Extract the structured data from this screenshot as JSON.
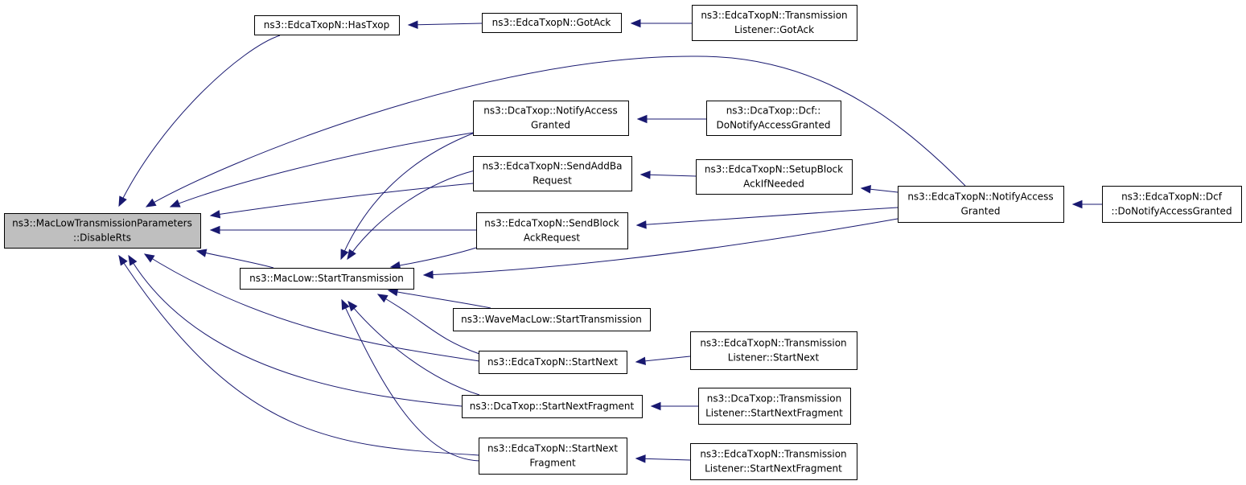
{
  "nodes": [
    {
      "id": "root",
      "lines": [
        "ns3::MacLowTransmissionParameters",
        "::DisableRts"
      ],
      "root": true
    },
    {
      "id": "hastxop",
      "lines": [
        "ns3::EdcaTxopN::HasTxop"
      ]
    },
    {
      "id": "gotack",
      "lines": [
        "ns3::EdcaTxopN::GotAck"
      ]
    },
    {
      "id": "tl_gotack",
      "lines": [
        "ns3::EdcaTxopN::Transmission",
        "Listener::GotAck"
      ]
    },
    {
      "id": "dca_notify",
      "lines": [
        "ns3::DcaTxop::NotifyAccess",
        "Granted"
      ]
    },
    {
      "id": "dca_dcf",
      "lines": [
        "ns3::DcaTxop::Dcf::",
        "DoNotifyAccessGranted"
      ]
    },
    {
      "id": "sendaddba",
      "lines": [
        "ns3::EdcaTxopN::SendAddBa",
        "Request"
      ]
    },
    {
      "id": "setupblock",
      "lines": [
        "ns3::EdcaTxopN::SetupBlock",
        "AckIfNeeded"
      ]
    },
    {
      "id": "edca_notify",
      "lines": [
        "ns3::EdcaTxopN::NotifyAccess",
        "Granted"
      ]
    },
    {
      "id": "edca_dcf",
      "lines": [
        "ns3::EdcaTxopN::Dcf",
        "::DoNotifyAccessGranted"
      ]
    },
    {
      "id": "sendblockack",
      "lines": [
        "ns3::EdcaTxopN::SendBlock",
        "AckRequest"
      ]
    },
    {
      "id": "starttx",
      "lines": [
        "ns3::MacLow::StartTransmission"
      ]
    },
    {
      "id": "wave_starttx",
      "lines": [
        "ns3::WaveMacLow::StartTransmission"
      ]
    },
    {
      "id": "startnext",
      "lines": [
        "ns3::EdcaTxopN::StartNext"
      ]
    },
    {
      "id": "tl_startnext",
      "lines": [
        "ns3::EdcaTxopN::Transmission",
        "Listener::StartNext"
      ]
    },
    {
      "id": "dca_snf",
      "lines": [
        "ns3::DcaTxop::StartNextFragment"
      ]
    },
    {
      "id": "dca_tl_snf",
      "lines": [
        "ns3::DcaTxop::Transmission",
        "Listener::StartNextFragment"
      ]
    },
    {
      "id": "edca_snf",
      "lines": [
        "ns3::EdcaTxopN::StartNext",
        "Fragment"
      ]
    },
    {
      "id": "edca_tl_snf",
      "lines": [
        "ns3::EdcaTxopN::Transmission",
        "Listener::StartNextFragment"
      ]
    }
  ],
  "edges": [
    {
      "from": "hastxop",
      "to": "root"
    },
    {
      "from": "gotack",
      "to": "hastxop"
    },
    {
      "from": "tl_gotack",
      "to": "gotack"
    },
    {
      "from": "edca_notify",
      "to": "root"
    },
    {
      "from": "dca_notify",
      "to": "root"
    },
    {
      "from": "dca_dcf",
      "to": "dca_notify"
    },
    {
      "from": "sendaddba",
      "to": "root"
    },
    {
      "from": "setupblock",
      "to": "sendaddba"
    },
    {
      "from": "edca_notify",
      "to": "setupblock"
    },
    {
      "from": "edca_dcf",
      "to": "edca_notify"
    },
    {
      "from": "sendblockack",
      "to": "root"
    },
    {
      "from": "edca_notify",
      "to": "sendblockack"
    },
    {
      "from": "starttx",
      "to": "root"
    },
    {
      "from": "dca_notify",
      "to": "starttx"
    },
    {
      "from": "sendaddba",
      "to": "starttx"
    },
    {
      "from": "sendblockack",
      "to": "starttx"
    },
    {
      "from": "edca_notify",
      "to": "starttx"
    },
    {
      "from": "wave_starttx",
      "to": "starttx"
    },
    {
      "from": "startnext",
      "to": "starttx"
    },
    {
      "from": "dca_snf",
      "to": "starttx"
    },
    {
      "from": "edca_snf",
      "to": "starttx"
    },
    {
      "from": "startnext",
      "to": "root"
    },
    {
      "from": "tl_startnext",
      "to": "startnext"
    },
    {
      "from": "dca_snf",
      "to": "root"
    },
    {
      "from": "dca_tl_snf",
      "to": "dca_snf"
    },
    {
      "from": "edca_snf",
      "to": "root"
    },
    {
      "from": "edca_tl_snf",
      "to": "edca_snf"
    }
  ]
}
